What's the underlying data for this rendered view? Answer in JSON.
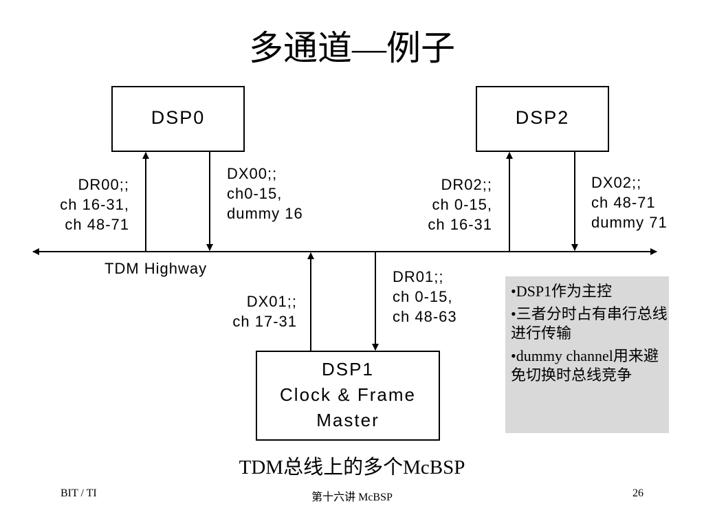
{
  "title": "多通道—例子",
  "boxes": {
    "dsp0": "DSP0",
    "dsp2": "DSP2",
    "dsp1": [
      "DSP1",
      "Clock & Frame",
      "Master"
    ]
  },
  "labels": {
    "dr00": [
      "DR00;;",
      "ch 16-31,",
      "ch 48-71"
    ],
    "dx00": [
      "DX00;;",
      "ch0-15,",
      "dummy 16"
    ],
    "dr02": [
      "DR02;;",
      "ch 0-15,",
      "ch 16-31"
    ],
    "dx02": [
      "DX02;;",
      "ch 48-71",
      "dummy 71"
    ],
    "dx01": [
      "DX01;;",
      "ch 17-31"
    ],
    "dr01": [
      "DR01;;",
      "ch 0-15,",
      "ch 48-63"
    ],
    "highway": "TDM Highway"
  },
  "notes": [
    "•DSP1作为主控",
    "•三者分时占有串行总线进行传输",
    "•dummy channel用来避免切换时总线竞争"
  ],
  "caption": "TDM总线上的多个McBSP",
  "footer": {
    "left": "BIT / TI",
    "center": "第十六讲 McBSP",
    "right": "26"
  }
}
